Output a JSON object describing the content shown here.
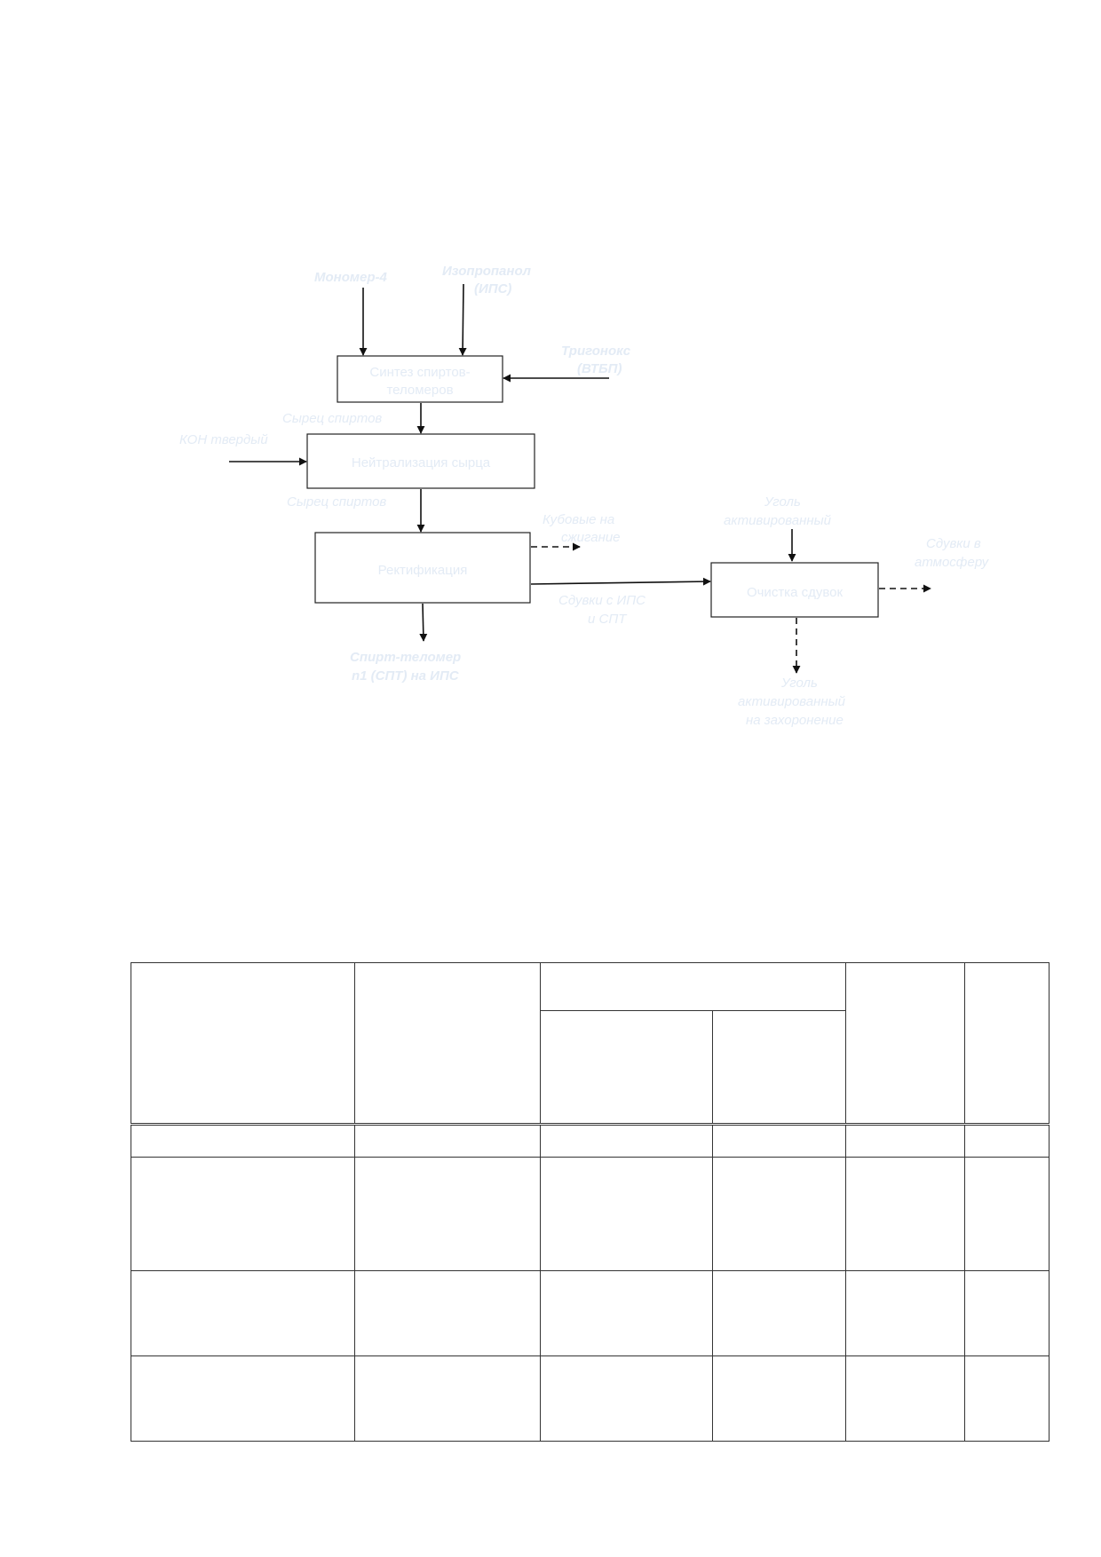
{
  "diagram": {
    "inputs": {
      "monomer": "Мономер-4",
      "ips_line1": "Изопропанол",
      "ips_line2": "(ИПС)",
      "trigonox_line1": "Тригонокс",
      "trigonox_line2": "(ВТБП)",
      "koh": "КОН твердый",
      "coal_in_line1": "Уголь",
      "coal_in_line2": "активированный"
    },
    "flows": {
      "raw_alcohols_1": "Сырец спиртов",
      "raw_alcohols_2": "Сырец спиртов",
      "bottoms_line1": "Кубовые на",
      "bottoms_line2": "сжигание",
      "purge_line1": "Сдувки с ИПС",
      "purge_line2": "и СПТ"
    },
    "boxes": {
      "synthesis_line1": "Синтез спиртов-",
      "synthesis_line2": "теломеров",
      "neutralization": "Нейтрализация сырца",
      "rectification": "Ректификация",
      "cleaning": "Очистка сдувок"
    },
    "outputs": {
      "spt_line1": "Спирт-теломер",
      "spt_line2": "n1 (СПТ) на ИПС",
      "atm_line1": "Сдувки в",
      "atm_line2": "атмосферу",
      "coal_out_line1": "Уголь",
      "coal_out_line2": "активированный",
      "coal_out_line3": "на захоронение"
    }
  },
  "table": {
    "rows": 5,
    "columns": 6,
    "cells": []
  }
}
